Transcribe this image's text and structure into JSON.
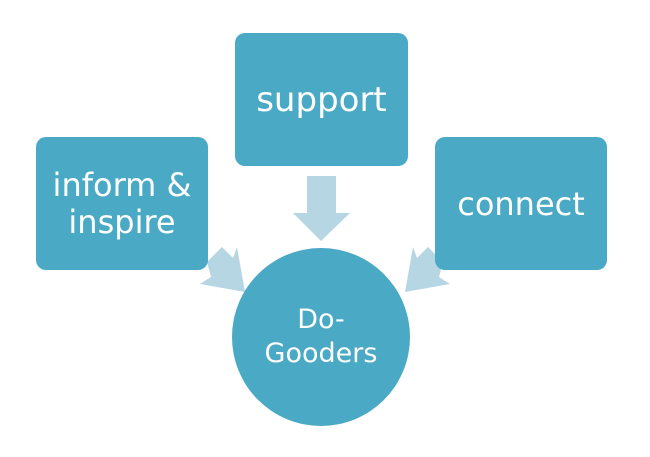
{
  "colors": {
    "box": "#4aa9c4",
    "arrow": "#b7d6e3",
    "text": "#ffffff"
  },
  "nodes": {
    "support": "support",
    "inform_inspire": "inform &\ninspire",
    "connect": "connect",
    "center": "Do-\nGooders"
  },
  "icons": {
    "arrow": "arrow-down-icon"
  }
}
